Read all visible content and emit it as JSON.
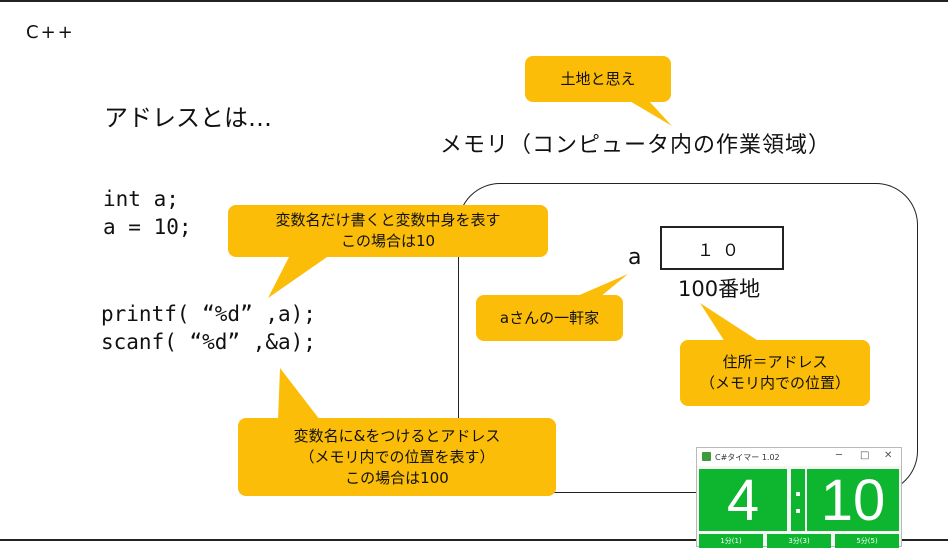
{
  "slide": {
    "title": "C++",
    "heading": "アドレスとは…",
    "memory_title": "メモリ（コンピュータ内の作業領域）"
  },
  "code": {
    "line1": "int a;",
    "line2": "a = 10;",
    "line3": "printf( “%d” ,a);",
    "line4": "scanf( “%d” ,&a);"
  },
  "memory": {
    "variable": "a",
    "cell_value": "１０",
    "address_label": "100番地"
  },
  "callouts": {
    "land": "土地と思え",
    "vardesc_line1": "変数名だけ書くと変数中身を表す",
    "vardesc_line2": "この場合は10",
    "house": "aさんの一軒家",
    "address_line1": "住所＝アドレス",
    "address_line2": "（メモリ内での位置）",
    "amp_line1": "変数名に&をつけるとアドレス",
    "amp_line2": "（メモリ内での位置を表す）",
    "amp_line3": "この場合は100"
  },
  "timer": {
    "title": "C#タイマー 1.02",
    "minutes": "4",
    "colon": ":",
    "seconds": "10",
    "btn1": "1分(1)",
    "btn2": "3分(3)",
    "btn3": "5分(5)"
  },
  "colors": {
    "callout": "#fbbd08",
    "timer_green": "#0eb52e"
  }
}
